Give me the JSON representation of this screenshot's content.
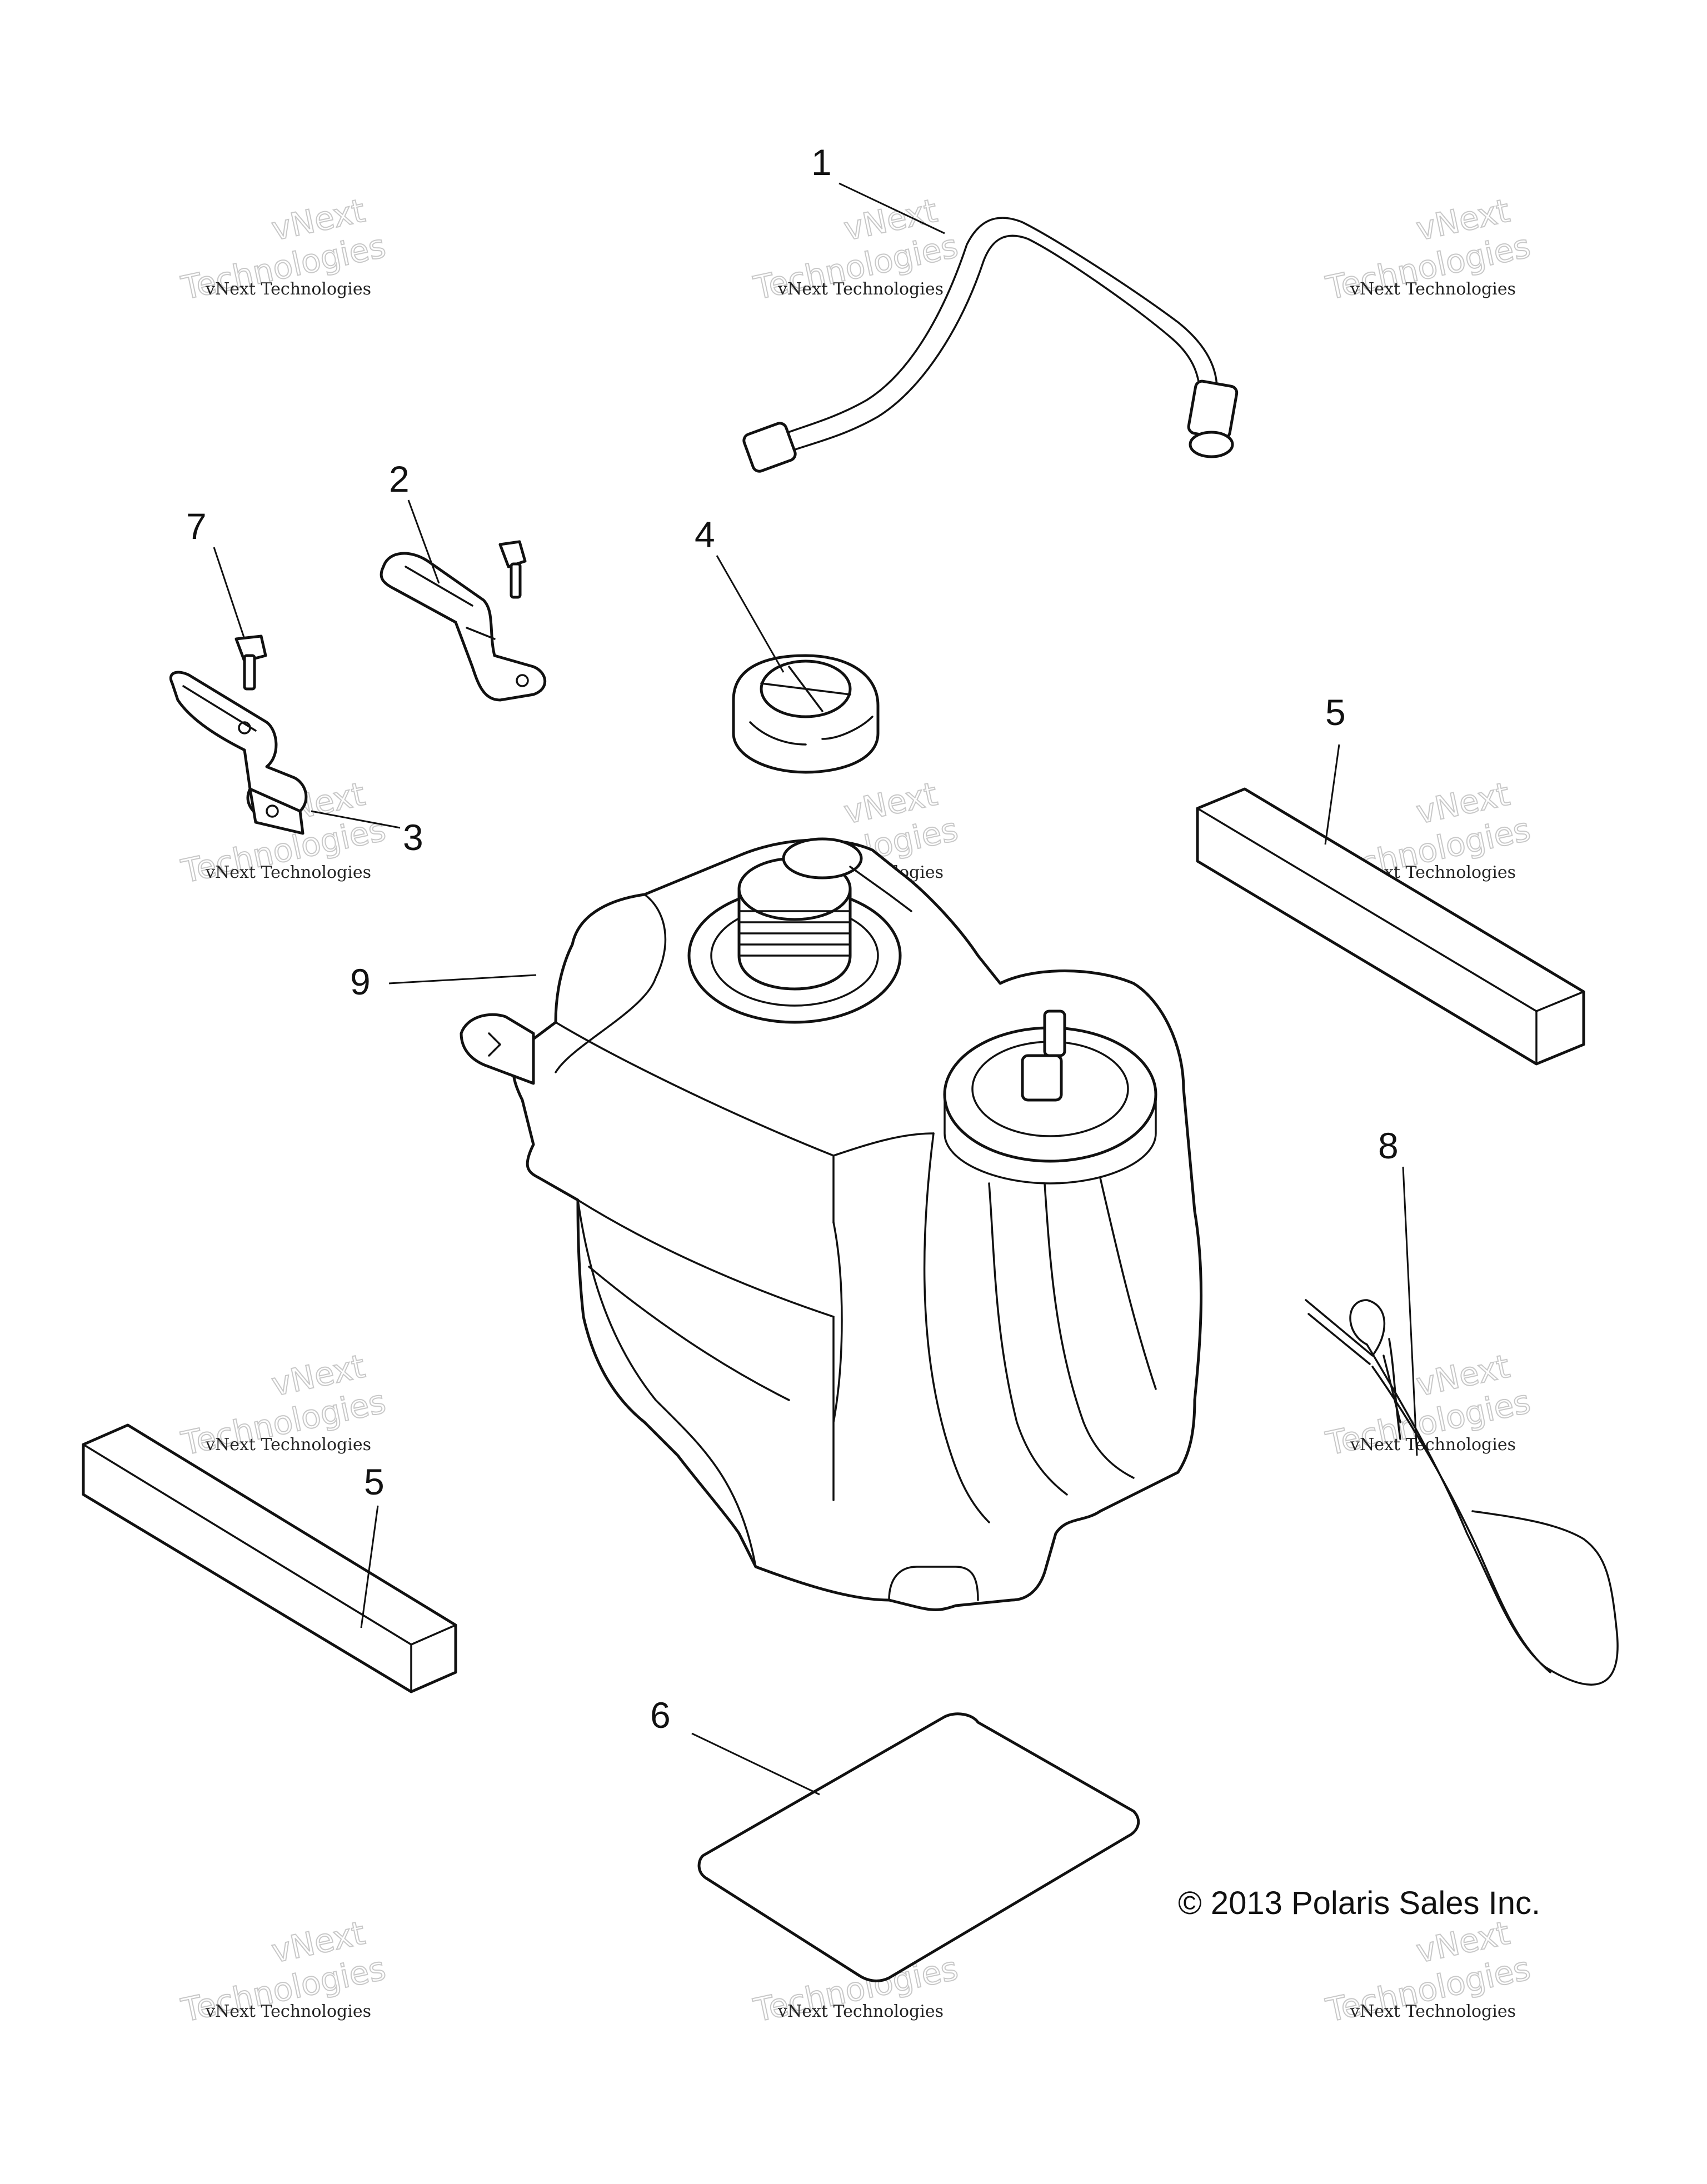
{
  "diagram": {
    "callouts": [
      "1",
      "2",
      "3",
      "4",
      "5",
      "5",
      "6",
      "7",
      "8",
      "9"
    ],
    "copyright": "© 2013 Polaris Sales Inc.",
    "watermark": {
      "line1": "vNext Technologies",
      "line2": "vNext",
      "line3": "Technologies"
    }
  }
}
